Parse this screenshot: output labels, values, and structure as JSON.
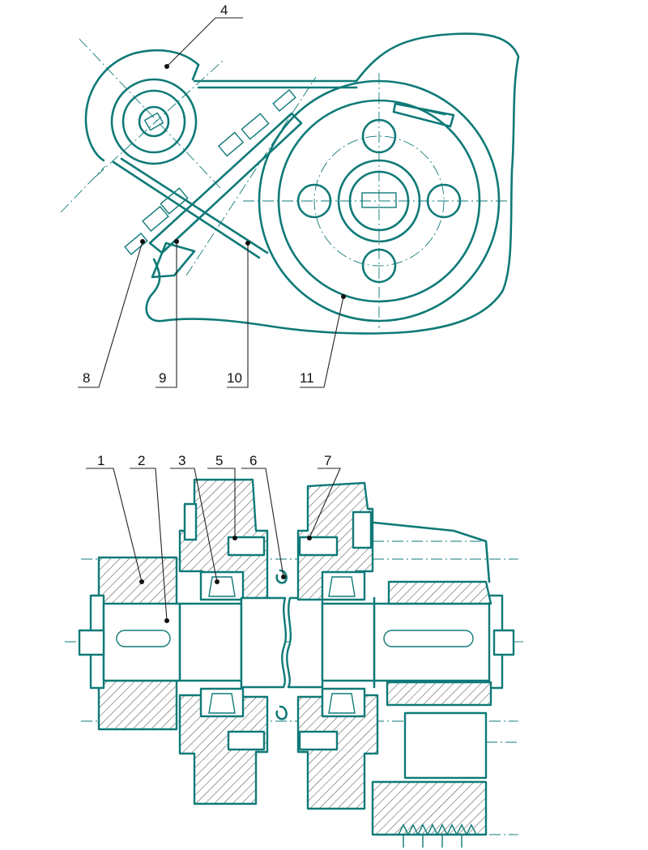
{
  "colors": {
    "line": "#0f7a78",
    "leader": "#222222",
    "background": "#ffffff"
  },
  "top_view": {
    "callouts": [
      {
        "id": "4",
        "text": "4"
      },
      {
        "id": "8",
        "text": "8"
      },
      {
        "id": "9",
        "text": "9"
      },
      {
        "id": "10",
        "text": "10"
      },
      {
        "id": "11",
        "text": "11"
      }
    ],
    "rotation_indicator": "arrow-icon"
  },
  "section_view": {
    "callouts": [
      {
        "id": "1",
        "text": "1"
      },
      {
        "id": "2",
        "text": "2"
      },
      {
        "id": "3",
        "text": "3"
      },
      {
        "id": "5",
        "text": "5"
      },
      {
        "id": "6",
        "text": "6"
      },
      {
        "id": "7",
        "text": "7"
      }
    ]
  }
}
